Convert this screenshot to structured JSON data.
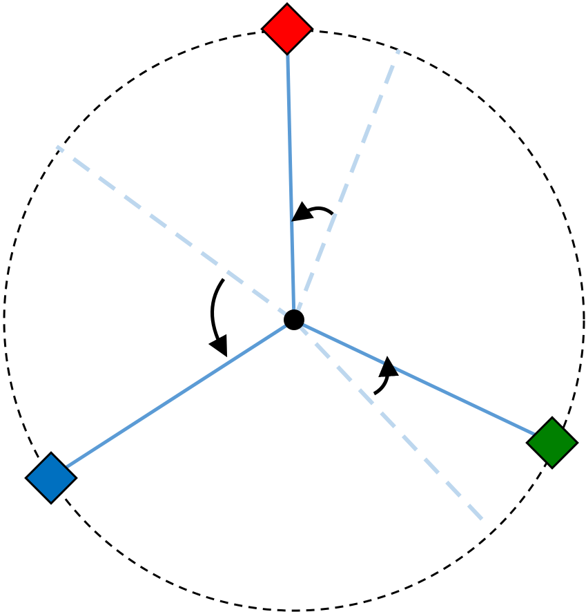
{
  "diagram": {
    "colors": {
      "background": "#ffffff",
      "circle_outline": "#000000",
      "spoke": "#5b9bd5",
      "previous_spoke": "#bdd7ee",
      "hub": "#000000",
      "arrow": "#000000",
      "marker_stroke": "#000000"
    },
    "markers": [
      {
        "name": "red-marker",
        "color": "#ff0000"
      },
      {
        "name": "green-marker",
        "color": "#008000"
      },
      {
        "name": "blue-marker",
        "color": "#0070c0"
      }
    ],
    "rotation_arrows": [
      {
        "name": "rotation-arrow-top"
      },
      {
        "name": "rotation-arrow-left"
      },
      {
        "name": "rotation-arrow-right"
      }
    ]
  }
}
